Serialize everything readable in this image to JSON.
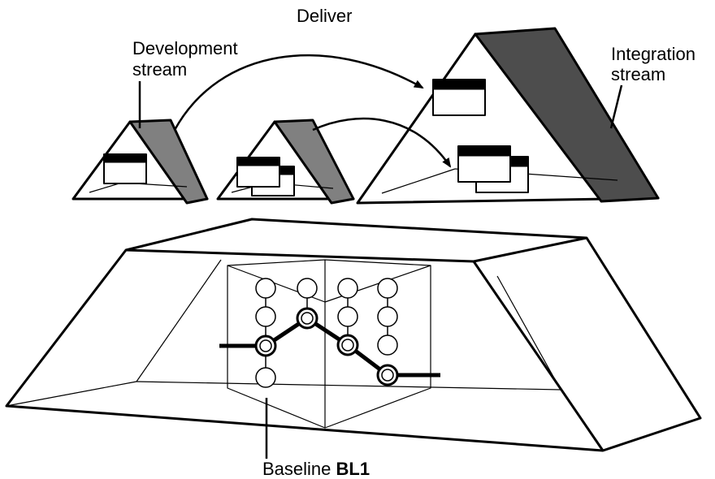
{
  "labels": {
    "deliver": "Deliver",
    "development_stream": [
      "Development",
      "stream"
    ],
    "integration_stream": [
      "Integration",
      "stream"
    ],
    "baseline_prefix": "Baseline",
    "baseline_name": "BL1"
  },
  "colors": {
    "stroke": "#000000",
    "roof_dev": "#808080",
    "roof_integration": "#4d4d4d",
    "background": "#ffffff"
  }
}
